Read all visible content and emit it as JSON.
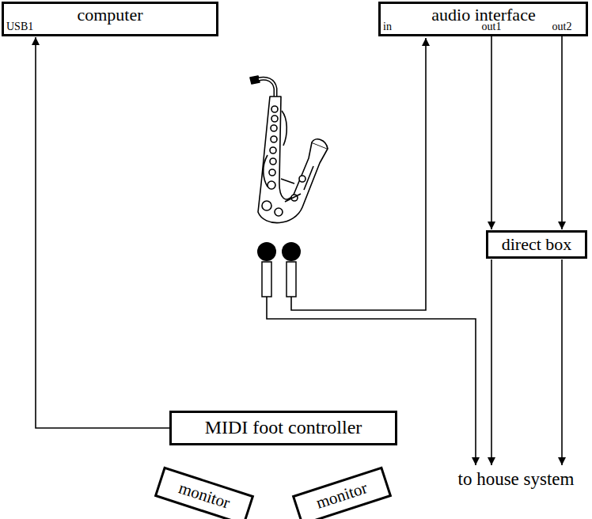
{
  "diagram": {
    "nodes": [
      {
        "text": [
          "computer",
          "USB1"
        ]
      },
      {
        "text": [
          "audio interface",
          "in",
          "out1",
          "out2"
        ]
      },
      {
        "text": [
          "direct box"
        ]
      },
      {
        "text": [
          "MIDI foot controller"
        ]
      },
      {
        "text": [
          "monitor"
        ]
      },
      {
        "text": [
          "monitor"
        ]
      }
    ],
    "edges": [
      {
        "from": 3,
        "to": 0,
        "arrow": "to"
      },
      {
        "from": 1,
        "to": 2,
        "arrow": "to"
      },
      {
        "from": 1,
        "to": 2,
        "arrow": "to"
      }
    ],
    "labels": [
      "to house system"
    ]
  }
}
